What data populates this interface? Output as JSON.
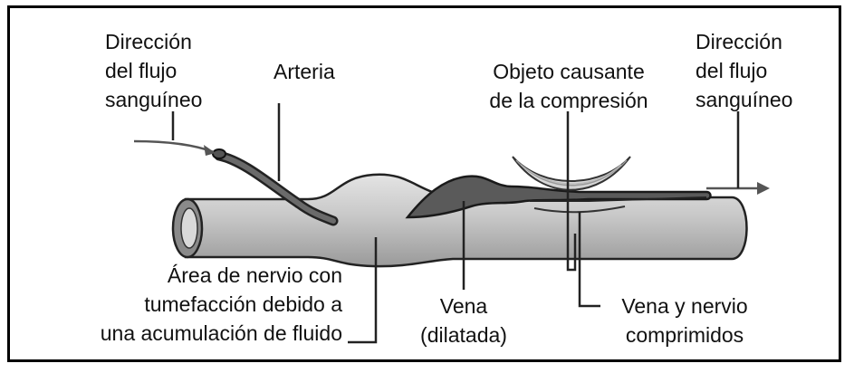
{
  "labels": {
    "flow_in": [
      "Dirección",
      "del flujo",
      "sanguíneo"
    ],
    "artery": "Arteria",
    "compressing_object": [
      "Objeto causante",
      "de la compresión"
    ],
    "flow_out": [
      "Dirección",
      "del flujo",
      "sanguíneo"
    ],
    "swelling": [
      "Área de nervio con",
      "tumefacción debido a",
      "una acumulación de fluido"
    ],
    "dilated_vein": [
      "Vena",
      "(dilatada)"
    ],
    "compressed": [
      "Vena y nervio",
      "comprimidos"
    ]
  },
  "colors": {
    "nerve_fill": "#c9c9c9",
    "vessel_fill": "#5a5a5a",
    "outline": "#222222",
    "object_fill": "#e6e6e6"
  }
}
